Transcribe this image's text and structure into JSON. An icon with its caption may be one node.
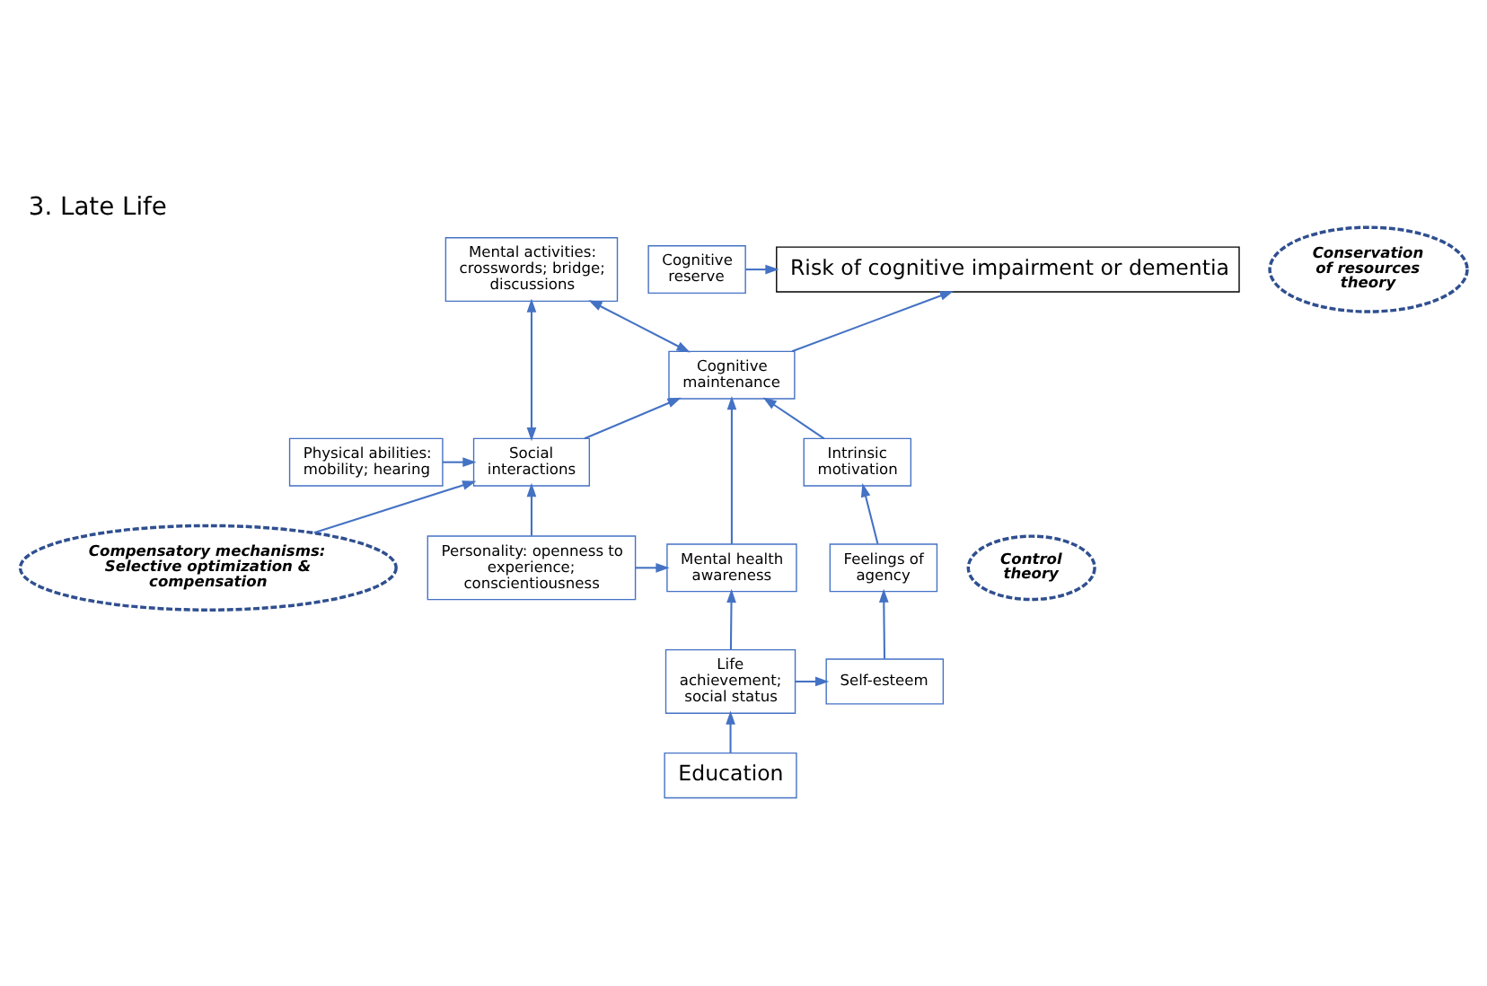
{
  "diagram": {
    "title": "3. Late Life",
    "nodes": [
      {
        "text": [
          "Risk of cognitive impairment or dementia"
        ]
      },
      {
        "text": [
          "Cognitive reserve"
        ]
      },
      {
        "text": [
          "Conservation of resources theory"
        ]
      },
      {
        "text": [
          "Mental activities: crosswords; bridge; discussions"
        ]
      },
      {
        "text": [
          "Physical abilities: mobility; hearing"
        ]
      },
      {
        "text": [
          "Social interactions"
        ]
      },
      {
        "text": [
          "Cognitive maintenance"
        ]
      },
      {
        "text": [
          "Intrinsic motivation"
        ]
      },
      {
        "text": [
          "Compensatory mechanisms: Selective optimization & compensation"
        ]
      },
      {
        "text": [
          "Personality: openness to experience; conscientiousness"
        ]
      },
      {
        "text": [
          "Mental health awareness"
        ]
      },
      {
        "text": [
          "Control theory"
        ]
      },
      {
        "text": [
          "Feelings of agency"
        ]
      },
      {
        "text": [
          "Life achievement; social status"
        ]
      },
      {
        "text": [
          "Self-esteem"
        ]
      },
      {
        "text": [
          "Education"
        ]
      }
    ],
    "edges": [
      {
        "from": 6,
        "to": 0,
        "arrow": "to"
      },
      {
        "from": 1,
        "to": 0,
        "arrow": "to"
      },
      {
        "from": 5,
        "to": 3,
        "arrow": "both"
      },
      {
        "from": 6,
        "to": 3,
        "arrow": "both"
      },
      {
        "from": 4,
        "to": 5,
        "arrow": "to"
      },
      {
        "from": 8,
        "to": 5,
        "arrow": "to"
      },
      {
        "from": 5,
        "to": 6,
        "arrow": "to"
      },
      {
        "from": 9,
        "to": 5,
        "arrow": "to"
      },
      {
        "from": 9,
        "to": 10,
        "arrow": "to"
      },
      {
        "from": 10,
        "to": 6,
        "arrow": "to"
      },
      {
        "from": 7,
        "to": 6,
        "arrow": "to"
      },
      {
        "from": 13,
        "to": 10,
        "arrow": "to"
      },
      {
        "from": 13,
        "to": 14,
        "arrow": "to"
      },
      {
        "from": 14,
        "to": 12,
        "arrow": "to"
      },
      {
        "from": 12,
        "to": 7,
        "arrow": "to"
      },
      {
        "from": 15,
        "to": 13,
        "arrow": "to"
      }
    ]
  }
}
